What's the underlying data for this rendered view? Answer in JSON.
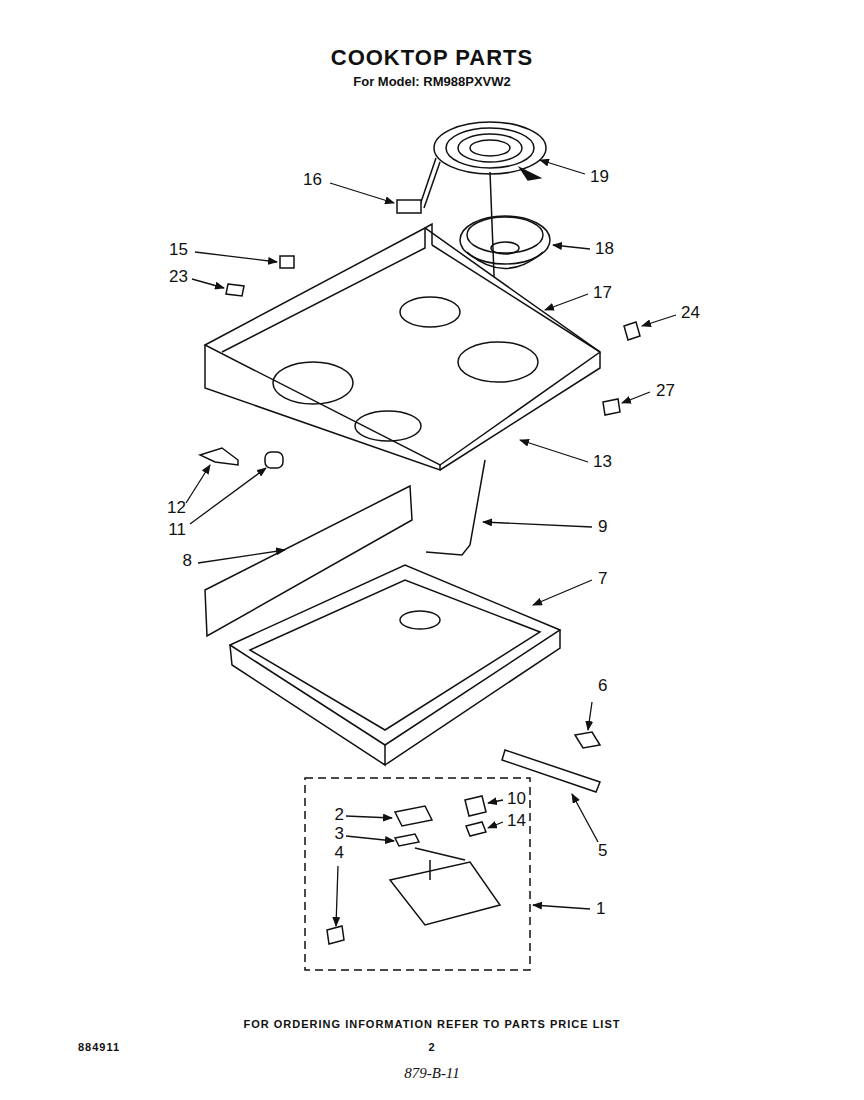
{
  "diagram": {
    "title": "COOKTOP PARTS",
    "labels": [
      "For Model: RM988PXVW2",
      "16",
      "19",
      "15",
      "18",
      "23",
      "17",
      "24",
      "27",
      "13",
      "12",
      "11",
      "9",
      "8",
      "7",
      "6",
      "2",
      "10",
      "3",
      "14",
      "4",
      "5",
      "1",
      "FOR ORDERING INFORMATION REFER TO PARTS PRICE LIST",
      "884911",
      "2",
      "879-B-11"
    ]
  }
}
